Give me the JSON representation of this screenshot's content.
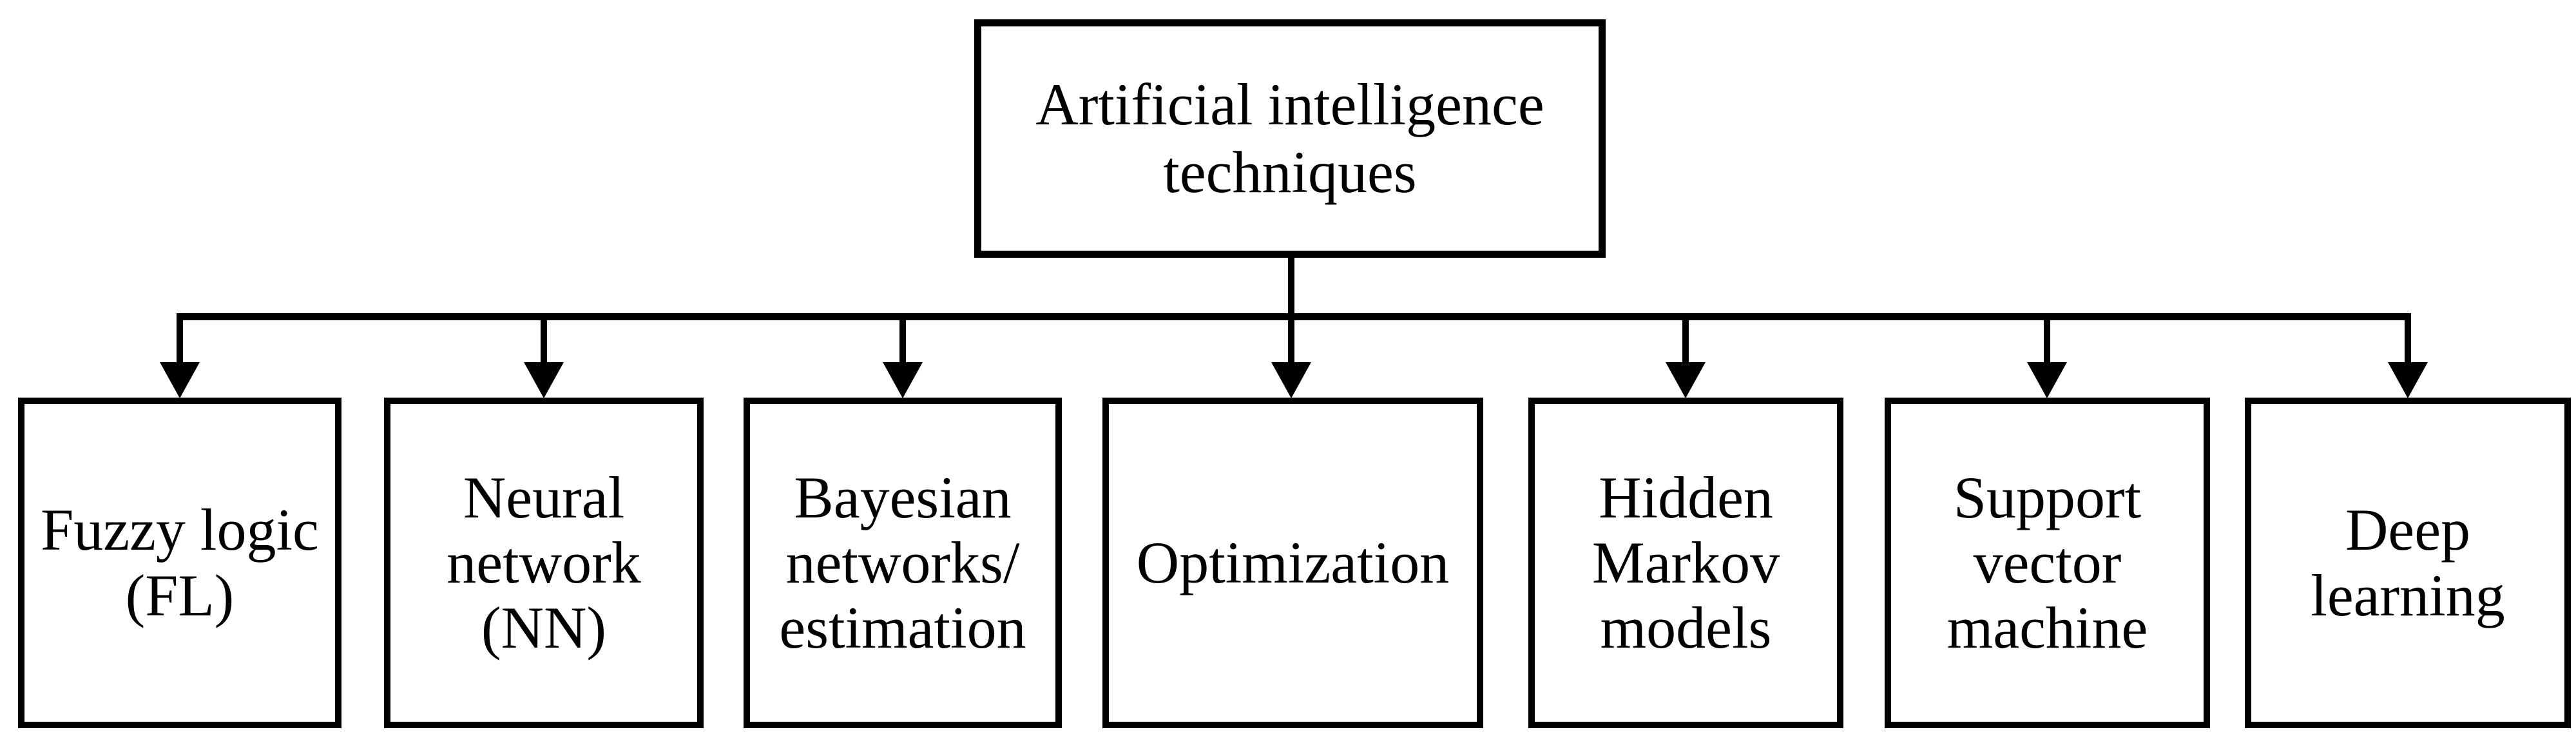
{
  "diagram": {
    "title": "Artificial intelligence techniques taxonomy",
    "colors": {
      "line": "#000000",
      "text": "#000000",
      "background": "#ffffff"
    },
    "root": {
      "label": "Artificial intelligence\ntechniques"
    },
    "children": [
      {
        "id": "fuzzy-logic",
        "label": "Fuzzy logic\n(FL)"
      },
      {
        "id": "neural-network",
        "label": "Neural\nnetwork\n(NN)"
      },
      {
        "id": "bayesian-networks",
        "label": "Bayesian\nnetworks/\nestimation"
      },
      {
        "id": "optimization",
        "label": "Optimization"
      },
      {
        "id": "hidden-markov-models",
        "label": "Hidden\nMarkov\nmodels"
      },
      {
        "id": "support-vector-machine",
        "label": "Support\nvector\nmachine"
      },
      {
        "id": "deep-learning",
        "label": "Deep\nlearning"
      }
    ]
  }
}
